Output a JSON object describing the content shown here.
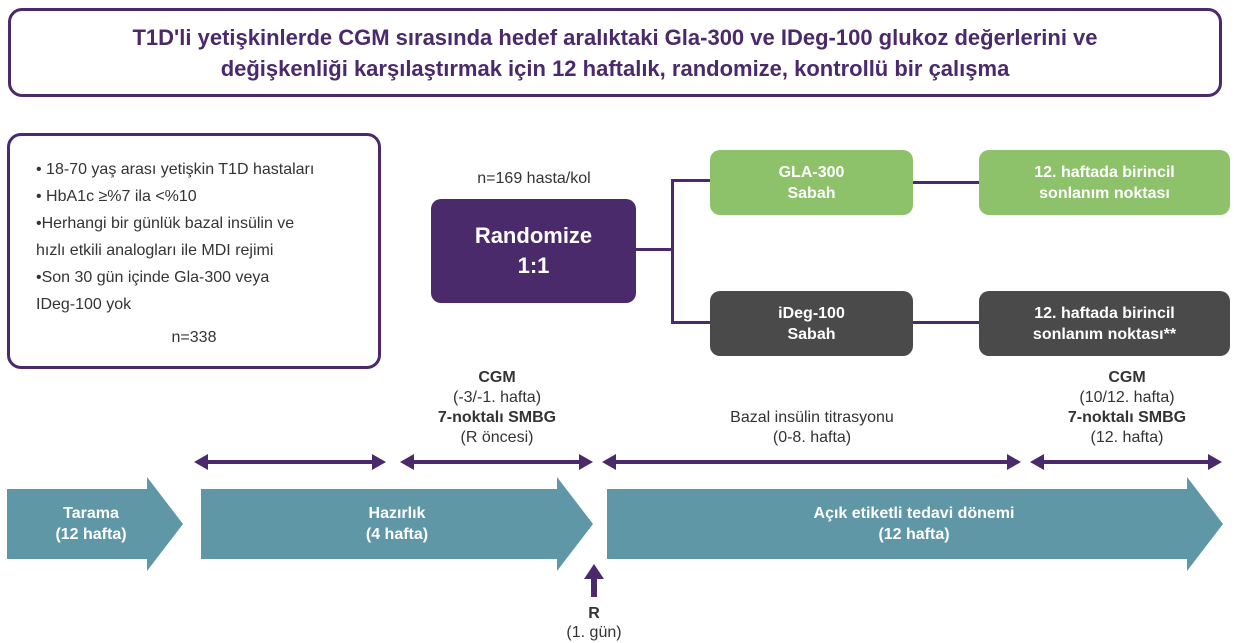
{
  "title": {
    "line1": "T1D'li yetişkinlerde CGM sırasında hedef aralıktaki Gla-300 ve IDeg-100 glukoz değerlerini ve",
    "line2": "değişkenliği karşılaştırmak için 12 haftalık, randomize, kontrollü bir çalışma"
  },
  "criteria": {
    "items": [
      "• 18-70 yaş arası yetişkin T1D hastaları",
      "• HbA1c ≥%7 ila <%10",
      "•Herhangi bir günlük bazal insülin ve",
      "hızlı etkili analogları ile MDI rejimi",
      "•Son 30 gün içinde Gla-300 veya",
      "IDeg-100 yok"
    ],
    "n": "n=338"
  },
  "randomize": {
    "n_label": "n=169 hasta/kol",
    "line1": "Randomize",
    "line2": "1:1"
  },
  "arms": {
    "gla": {
      "line1": "GLA-300",
      "line2": "Sabah"
    },
    "gla_end": {
      "line1": "12. haftada birincil",
      "line2": "sonlanım noktası"
    },
    "ideg": {
      "line1": "iDeg-100",
      "line2": "Sabah"
    },
    "ideg_end": {
      "line1": "12. haftada birincil",
      "line2": "sonlanım noktası**"
    }
  },
  "annotations": {
    "cgm_pre": {
      "line1": "CGM",
      "line2": "(-3/-1. hafta)",
      "line3": "7-noktalı SMBG",
      "line4": "(R öncesi)"
    },
    "titration": {
      "line1": "Bazal insülin titrasyonu",
      "line2": "(0-8. hafta)"
    },
    "cgm_post": {
      "line1": "CGM",
      "line2": "(10/12. hafta)",
      "line3": "7-noktalı SMBG",
      "line4": "(12. hafta)"
    }
  },
  "phases": {
    "screening": {
      "line1": "Tarama",
      "line2": "(12 hafta)"
    },
    "prep": {
      "line1": "Hazırlık",
      "line2": "(4 hafta)"
    },
    "treatment": {
      "line1": "Açık etiketli tedavi dönemi",
      "line2": "(12 hafta)"
    }
  },
  "r_marker": {
    "line1": "R",
    "line2": "(1. gün)"
  },
  "colors": {
    "purple": "#4a2a6b",
    "green": "#8dc16a",
    "dark_gray": "#4a4a4a",
    "teal": "#5f97a7"
  }
}
